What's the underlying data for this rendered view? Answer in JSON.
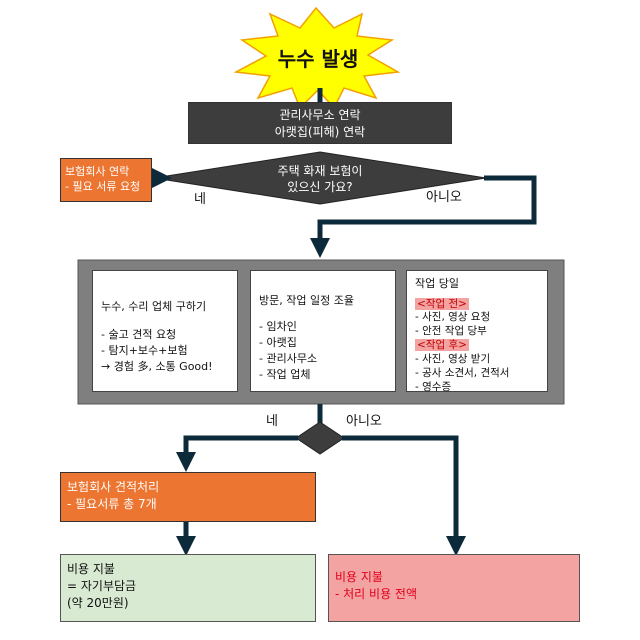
{
  "burst": {
    "text": "누수 발생"
  },
  "contact_box": {
    "line1": "관리사무소 연락",
    "line2": "아랫집(피해) 연락"
  },
  "decision1": {
    "line1": "주택 화재 보험이",
    "line2": "있으신 가요?",
    "yes": "네",
    "no": "아니오"
  },
  "insurance_box": {
    "line1": "보험회사 연락",
    "line2": "- 필요 서류 요청"
  },
  "panel1": {
    "title": "누수, 수리 업체 구하기",
    "items": [
      "- 술고 견적 요청",
      "- 탐지+보수+보험",
      "→ 경험 多, 소통 Good!"
    ]
  },
  "panel2": {
    "title": "방문, 작업 일정 조율",
    "items": [
      "- 임차인",
      "- 아랫집",
      "- 관리사무소",
      "- 작업 업체"
    ]
  },
  "panel3": {
    "title": "작업 당일",
    "before_label": "<작업 전>",
    "before_items": [
      "- 사진, 영상 요청",
      "- 안전 작업 당부"
    ],
    "after_label": "<작업 후>",
    "after_items": [
      "- 사진, 영상 받기",
      "- 공사 소견서, 견적서",
      "- 영수증"
    ]
  },
  "decision2": {
    "yes": "네",
    "no": "아니오"
  },
  "claim_box": {
    "line1": "보험회사 견적처리",
    "line2": "- 필요서류 총 7개"
  },
  "cost_yes": {
    "line1": "비용 지불",
    "line2": "= 자기부담금",
    "line3": "(약 20만원)"
  },
  "cost_no": {
    "line1": "비용 지불",
    "line2": "- 처리 비용 전액"
  },
  "colors": {
    "orange": "#ec7531",
    "dark": "#3d3d3d",
    "gray_panel": "#7f7f7f",
    "green": "#d9ead3",
    "pink": "#f4a3a3",
    "burst_yellow": "#ffff00",
    "arrow": "#0d2a3a"
  }
}
